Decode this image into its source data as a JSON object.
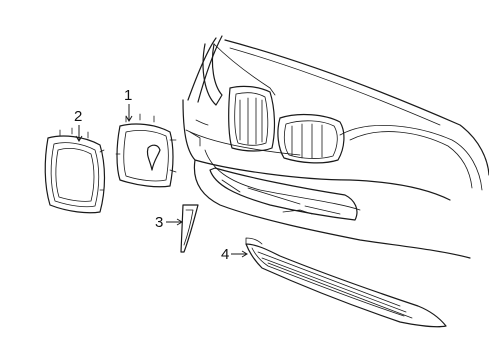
{
  "diagram": {
    "callouts": [
      {
        "label": "1",
        "part": "grille-insert"
      },
      {
        "label": "2",
        "part": "grille-surround"
      },
      {
        "label": "3",
        "part": "side-trim"
      },
      {
        "label": "4",
        "part": "lower-grille"
      }
    ]
  },
  "colors": {
    "line": "#1a1a1a",
    "background": "#ffffff"
  }
}
